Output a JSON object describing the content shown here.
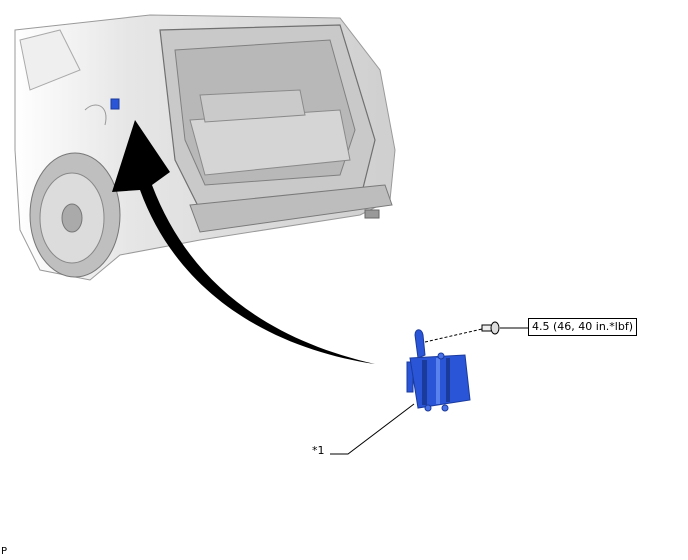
{
  "diagram": {
    "torque_spec": "4.5 (46, 40 in.*lbf)",
    "part_callout": "*1",
    "corner_code": "P",
    "colors": {
      "part": "#2a55d6",
      "part_dark": "#1a3a9c",
      "arrow": "#000000",
      "car": "#d8d8d8"
    }
  }
}
